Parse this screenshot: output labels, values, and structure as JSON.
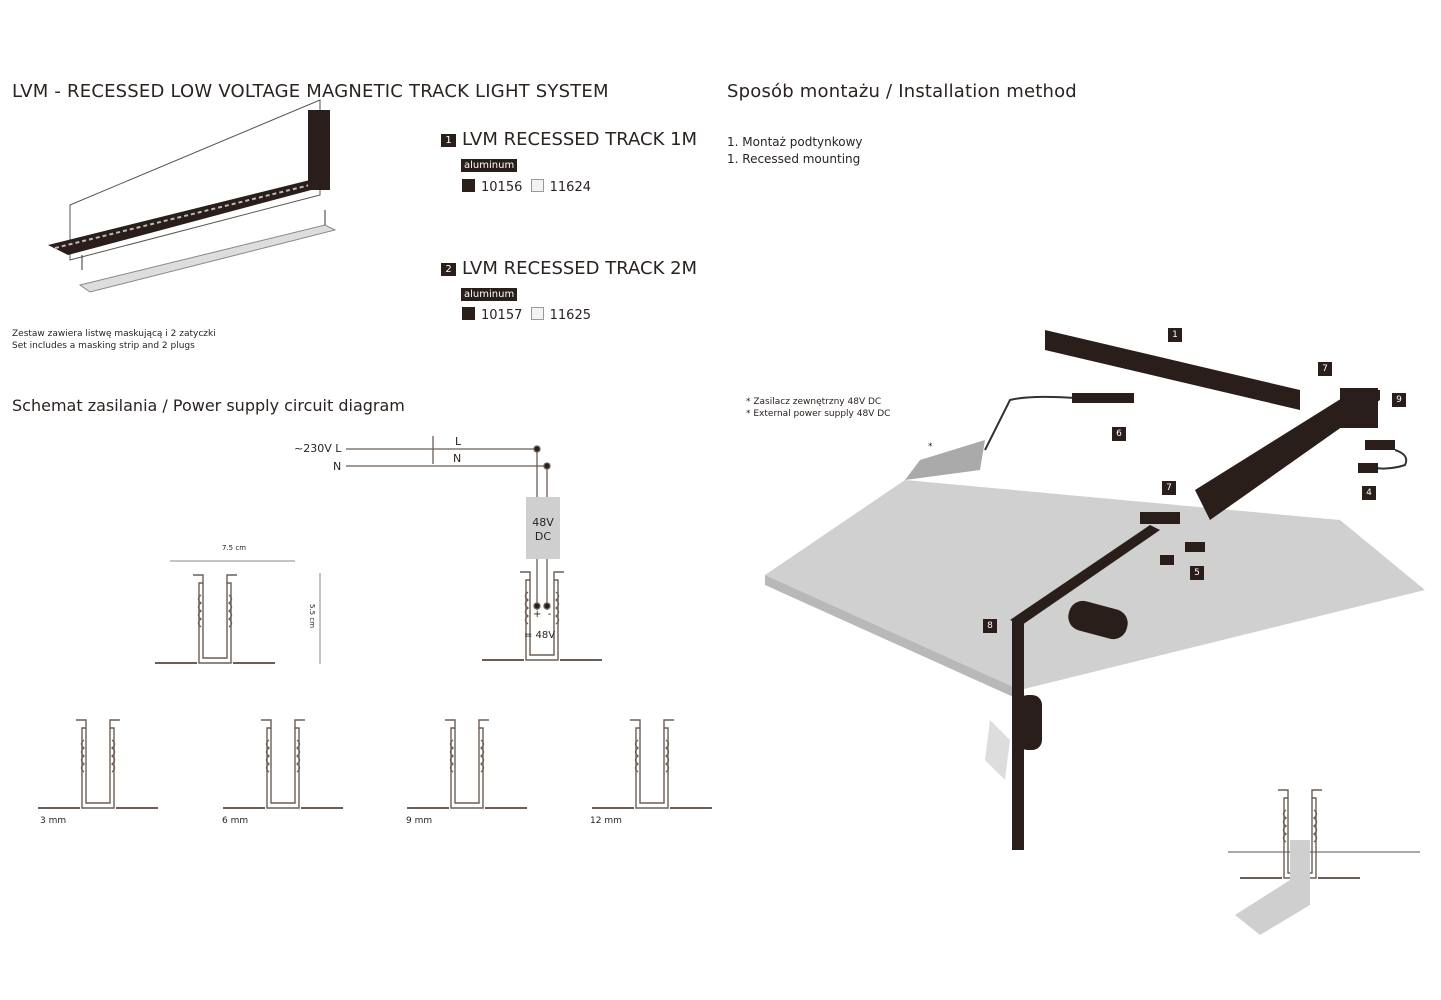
{
  "header": {
    "title": "LVM - RECESSED LOW VOLTAGE MAGNETIC TRACK LIGHT SYSTEM",
    "install_title": "Sposób montażu / Installation method"
  },
  "products": [
    {
      "number": "1",
      "name": "LVM RECESSED TRACK 1M",
      "material": "aluminum",
      "variants": [
        {
          "color": "#2a1e1a",
          "code": "10156"
        },
        {
          "color": "#f2f2f2",
          "code": "11624"
        }
      ]
    },
    {
      "number": "2",
      "name": "LVM RECESSED TRACK 2M",
      "material": "aluminum",
      "variants": [
        {
          "color": "#2a1e1a",
          "code": "10157"
        },
        {
          "color": "#f2f2f2",
          "code": "11625"
        }
      ]
    }
  ],
  "set_note": {
    "pl": "Zestaw zawiera listwę maskującą i 2 zatyczki",
    "en": "Set includes a masking strip and 2 plugs"
  },
  "mounting": {
    "pl": "1. Montaż podtynkowy",
    "en": "1. Recessed mounting"
  },
  "power": {
    "title": "Schemat zasilania / Power supply circuit diagram",
    "mains": "~230V",
    "L": "L",
    "N": "N",
    "psu_line1": "48V",
    "psu_line2": "DC",
    "plus": "+",
    "minus": "-",
    "output": "= 48V",
    "width_dim": "7.5 cm",
    "height_dim": "5.5 cm"
  },
  "depths": [
    "3 mm",
    "6 mm",
    "9 mm",
    "12 mm"
  ],
  "psu_note": {
    "pl": "* Zasilacz zewnętrzny 48V DC",
    "en": "* External power supply 48V DC",
    "asterisk": "*"
  },
  "callouts": [
    "1",
    "7",
    "9",
    "6",
    "4",
    "7",
    "5",
    "8"
  ]
}
